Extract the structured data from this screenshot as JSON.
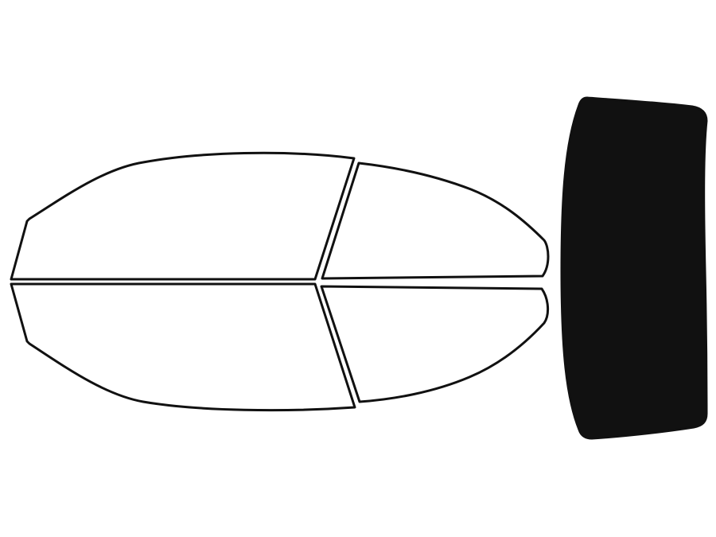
{
  "diagram": {
    "background": "#ffffff",
    "outline_color": "#111111",
    "panels": [
      {
        "id": "front-upper-side-window",
        "fill": "#ffffff"
      },
      {
        "id": "rear-upper-side-window",
        "fill": "#ffffff"
      },
      {
        "id": "front-lower-side-window",
        "fill": "#ffffff"
      },
      {
        "id": "rear-lower-side-window",
        "fill": "#ffffff"
      },
      {
        "id": "back-window",
        "fill": "#111111"
      }
    ]
  }
}
